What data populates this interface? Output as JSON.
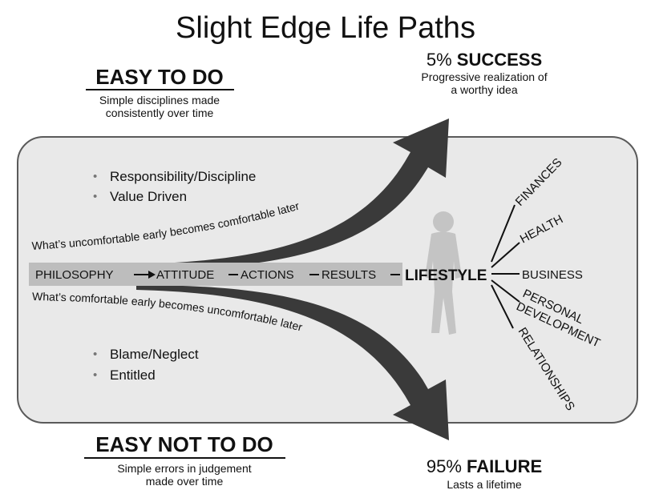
{
  "title": "Slight Edge Life Paths",
  "easy_to_do": {
    "heading": "EASY TO DO",
    "line1": "Simple disciplines made",
    "line2": "consistently over time"
  },
  "easy_not_to_do": {
    "heading": "EASY NOT TO DO",
    "line1": "Simple errors in judgement",
    "line2": "made over time"
  },
  "success": {
    "percent": "5%",
    "label": "SUCCESS",
    "line1": "Progressive realization of",
    "line2": "a worthy idea"
  },
  "failure": {
    "percent": "95%",
    "label": "FAILURE",
    "line1": "Lasts a lifetime"
  },
  "upper_bullets": [
    "Responsibility/Discipline",
    "Value Driven"
  ],
  "lower_bullets": [
    "Blame/Neglect",
    "Entitled"
  ],
  "bullet_glyph": "•",
  "upper_path_text": "What’s uncomfortable early becomes comfortable later",
  "lower_path_text": "What’s comfortable early becomes uncomfortable later",
  "chain": {
    "philosophy": "PHILOSOPHY",
    "attitude": "ATTITUDE",
    "actions": "ACTIONS",
    "results": "RESULTS",
    "lifestyle": "LIFESTYLE"
  },
  "branches": {
    "finances": "FINANCES",
    "health": "HEALTH",
    "business": "BUSINESS",
    "personal": "PERSONAL",
    "development": "DEVELOPMENT",
    "relationships": "RELATIONSHIPS"
  },
  "colors": {
    "panel_fill": "#e9e9e9",
    "panel_stroke": "#5a5a5a",
    "arrow": "#3a3a3a",
    "chain_bar": "#bdbdbd",
    "text": "#111111",
    "silhouette": "#c4c4c4"
  }
}
